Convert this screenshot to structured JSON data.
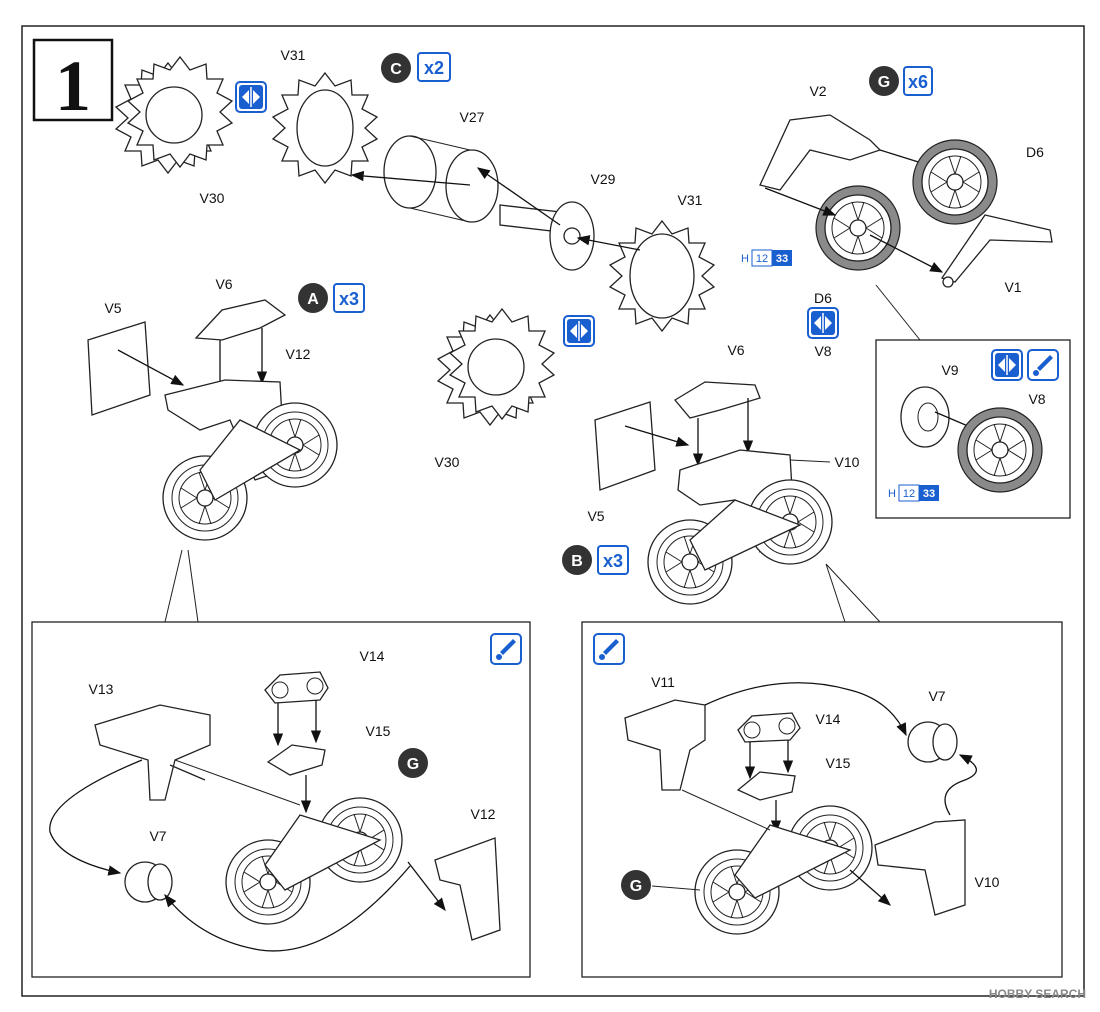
{
  "step": {
    "number": "1"
  },
  "sub_assemblies": {
    "A": {
      "letter": "A",
      "multiplier": "x3"
    },
    "B": {
      "letter": "B",
      "multiplier": "x3"
    },
    "C": {
      "letter": "C",
      "multiplier": "x2"
    },
    "G": {
      "letter": "G",
      "multiplier": "x6"
    },
    "G_ref_left": "G",
    "G_ref_right": "G"
  },
  "part_labels": {
    "v30_top": "V30",
    "v31_top": "V31",
    "v27": "V27",
    "v29": "V29",
    "v31_right": "V31",
    "v2": "V2",
    "d6_top": "D6",
    "d6_bottom": "D6",
    "v1": "V1",
    "v8_left": "V8",
    "v9": "V9",
    "v8_inset": "V8",
    "v5_a": "V5",
    "v6_a": "V6",
    "v12_a": "V12",
    "v30_mid": "V30",
    "v6_b": "V6",
    "v10_b": "V10",
    "v5_b": "V5",
    "v13": "V13",
    "v14_l": "V14",
    "v15_l": "V15",
    "v7_l": "V7",
    "v12_l": "V12",
    "v11": "V11",
    "v14_r": "V14",
    "v15_r": "V15",
    "v7_r": "V7",
    "v10_r": "V10"
  },
  "paint_codes": {
    "code1": {
      "prefix": "H",
      "a": "12",
      "b": "33"
    },
    "code2": {
      "prefix": "H",
      "a": "12",
      "b": "33"
    }
  },
  "colors": {
    "accent_blue": "#1a5fd0",
    "badge_dark": "#333333",
    "tire_gray": "#8a8a8a"
  },
  "icons": [
    "mirror-symmetric-icon",
    "glue-icon"
  ],
  "watermark": "HOBBY SEARCH"
}
